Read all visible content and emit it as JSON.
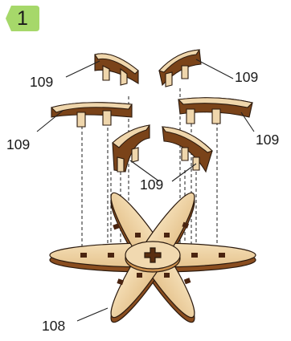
{
  "step": {
    "number": "1",
    "badge_color": "#a6d86a"
  },
  "parts": {
    "piece_label": "109",
    "base_label": "108"
  },
  "colors": {
    "wood_light": "#efd6ac",
    "wood_mid": "#d7a867",
    "wood_dark": "#7a4319",
    "outline": "#2b1a0e",
    "guide_line": "#333333"
  }
}
